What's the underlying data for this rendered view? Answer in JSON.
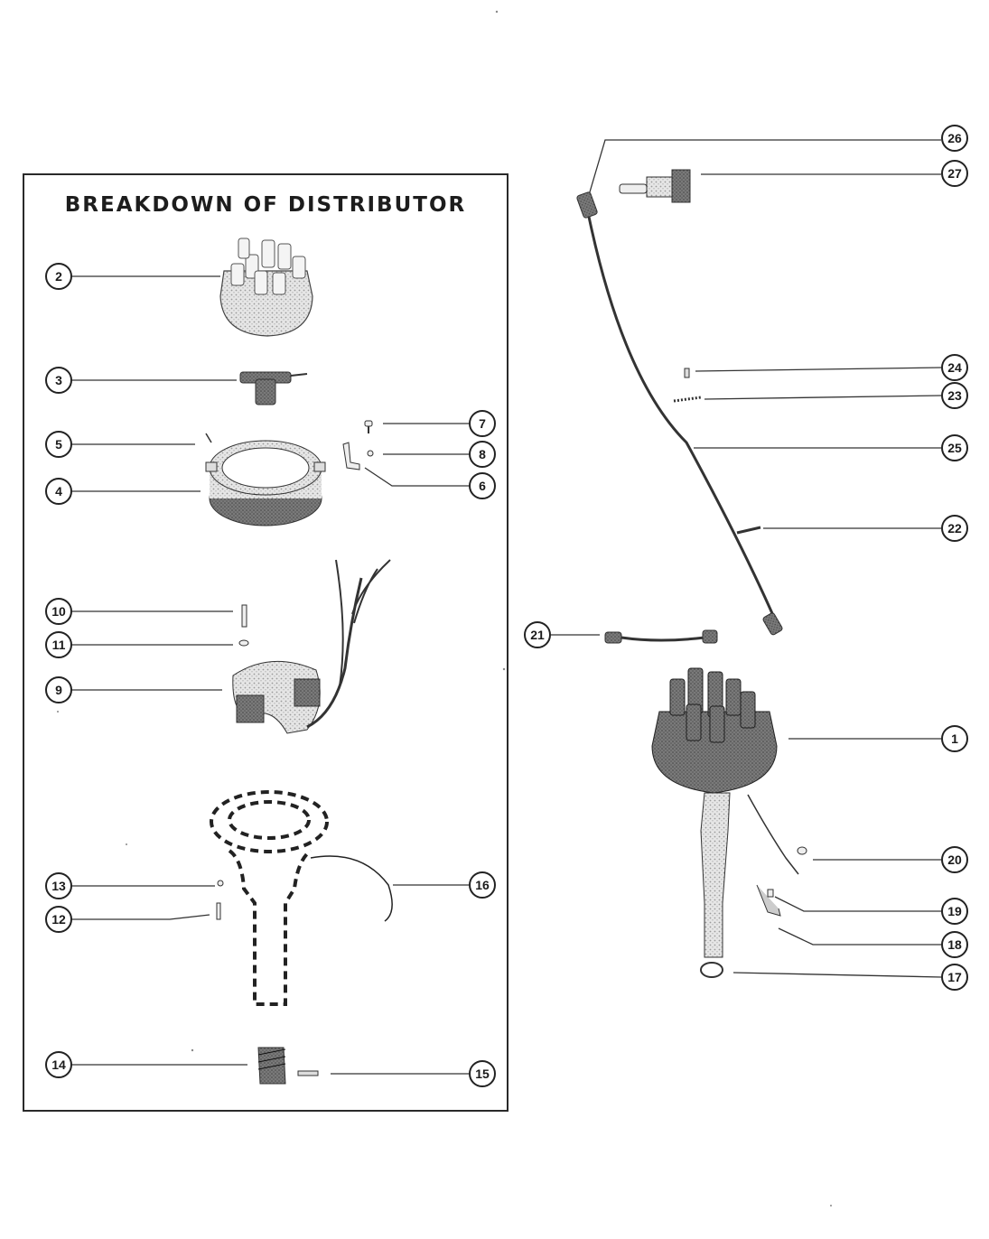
{
  "panel": {
    "title": "BREAKDOWN OF DISTRIBUTOR"
  },
  "callouts": {
    "c1": "1",
    "c2": "2",
    "c3": "3",
    "c4": "4",
    "c5": "5",
    "c6": "6",
    "c7": "7",
    "c8": "8",
    "c9": "9",
    "c10": "10",
    "c11": "11",
    "c12": "12",
    "c13": "13",
    "c14": "14",
    "c15": "15",
    "c16": "16",
    "c17": "17",
    "c18": "18",
    "c19": "19",
    "c20": "20",
    "c21": "21",
    "c22": "22",
    "c23": "23",
    "c24": "24",
    "c25": "25",
    "c26": "26",
    "c27": "27"
  }
}
